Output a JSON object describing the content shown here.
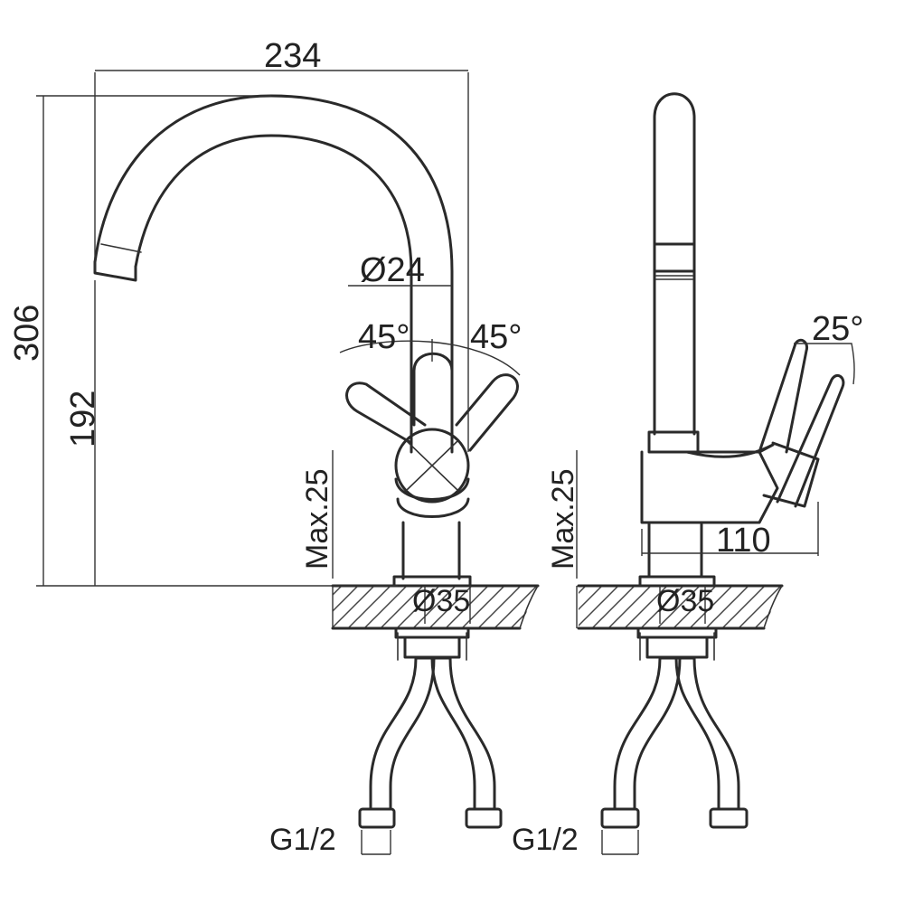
{
  "dimensions": {
    "width": "234",
    "total_height": "306",
    "spout_height": "192",
    "spout_diameter": "Ø24",
    "handle_angle_left": "45°",
    "handle_angle_right": "45°",
    "max_deck_front": "Max.25",
    "max_deck_side": "Max.25",
    "hole_front": "Ø35",
    "hole_side": "Ø35",
    "handle_angle_side": "25°",
    "side_projection": "110",
    "thread_front": "G1/2",
    "thread_side": "G1/2"
  }
}
